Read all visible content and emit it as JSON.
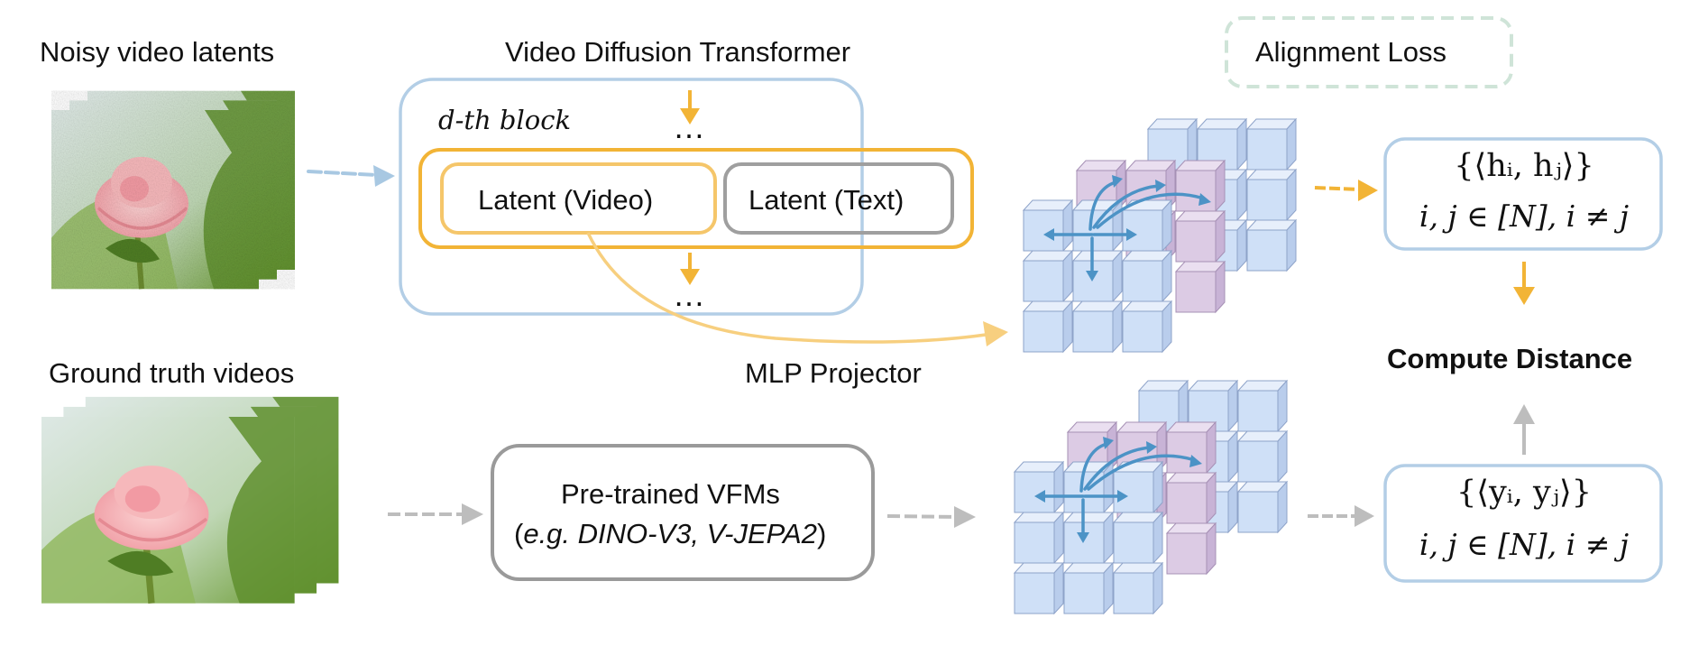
{
  "labels": {
    "noisy_title": "Noisy video latents",
    "gt_title": "Ground truth videos",
    "vdt_title": "Video Diffusion Transformer",
    "block_label": "d-th block",
    "ellipsis_top": "…",
    "ellipsis_bottom": "…",
    "latent_video": "Latent (Video)",
    "latent_text": "Latent (Text)",
    "mlp_projector": "MLP Projector",
    "alignment_loss": "Alignment Loss",
    "vfm_line1": "Pre-trained VFMs",
    "vfm_line2_open": "(",
    "vfm_line2_italic": "e.g. DINO-V3, V-JEPA2",
    "vfm_line2_close": ")",
    "compute_distance": "Compute Distance",
    "sim_h_line1": "{⟨hᵢ, hⱼ⟩}",
    "sim_h_line2": "i, j ∈ [N],  i ≠ j",
    "sim_y_line1": "{⟨yᵢ, yⱼ⟩}",
    "sim_y_line2": "i, j ∈ [N],  i ≠ j"
  },
  "colors": {
    "orange": "#f2b436",
    "blue_border": "#a9c6e0",
    "blue_arrow": "#a8c8e2",
    "gray_border": "#9a9a9a",
    "gray_arrow": "#bdbdbd",
    "cube_blue": "#cfe0f7",
    "cube_purple": "#dccbe4",
    "green_dash": "#cfe4d8",
    "petal": "#f2a6ad",
    "leaf": "#6f9e3a"
  },
  "icons": [
    "noisy-frame-stack",
    "video-frame-stack",
    "feature-cube-grid",
    "attention-arrows"
  ]
}
